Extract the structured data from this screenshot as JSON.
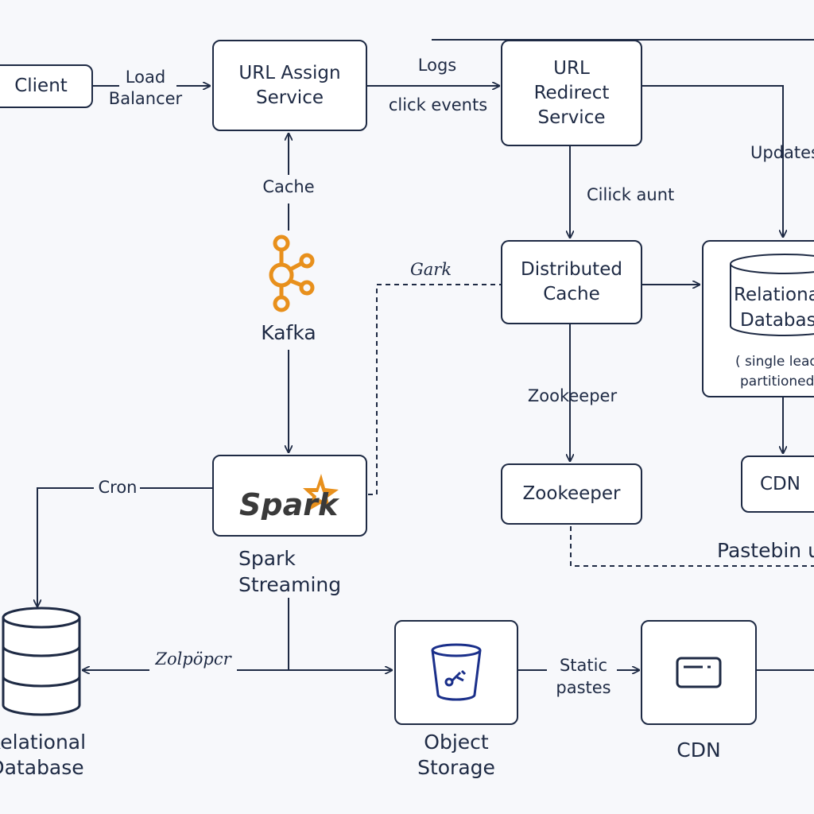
{
  "nodes": {
    "client": "Client",
    "url_assign": [
      "URL Assign",
      "Service"
    ],
    "url_redirect": [
      "URL",
      "Redirect",
      "Service"
    ],
    "distributed_cache": [
      "Distributed",
      "Cache"
    ],
    "relational_db_right": [
      "Relational",
      "Database"
    ],
    "relational_db_right_note": [
      "( single leader",
      "partitioned"
    ],
    "cdn_right": "CDN",
    "zookeeper": "Zookeeper",
    "kafka": "Kafka",
    "spark_logo": "Spark",
    "spark_streaming": [
      "Spark",
      "Streaming"
    ],
    "relational_db_left": [
      "Relational",
      "Database"
    ],
    "object_storage": [
      "Object",
      "Storage"
    ],
    "cdn_bottom": "CDN"
  },
  "edges": {
    "load_balancer": [
      "Load",
      "Balancer"
    ],
    "logs": "Logs",
    "click_events": "click events",
    "updates": "Updates",
    "click_count": "Cilick aunt",
    "cache": "Cache",
    "spark_dashed": "Gark",
    "zookeeper_edge": "Zookeeper",
    "cron": "Cron",
    "zolpopcr": "Zolpöpcr",
    "static_pastes": [
      "Static",
      "pastes"
    ],
    "pastebin": "Pastebin u"
  },
  "colors": {
    "stroke": "#1e2a44",
    "kafka_orange": "#e8901c",
    "spark_orange": "#e8901c",
    "storage_blue": "#1a2f8a"
  },
  "icons": [
    "kafka-icon",
    "spark-logo-icon",
    "database-icon",
    "bucket-icon",
    "cdn-card-icon"
  ]
}
